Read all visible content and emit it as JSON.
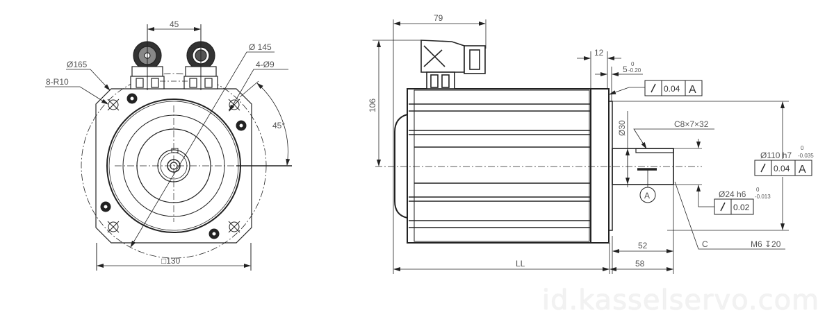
{
  "drawing": {
    "subject": "Servo motor dimension drawing",
    "front_view": {
      "connector_spacing": "45",
      "flange_diag": "Ø165",
      "corner_radius": "8-R10",
      "bolt_circle": "Ø 145",
      "mount_holes": "4-Ø9",
      "angle": "45°",
      "square_size": "□130"
    },
    "side_view": {
      "connector_length": "79",
      "connector_height": "106",
      "flange_thickness": "12",
      "pilot_depth": "5",
      "pilot_depth_tol_upper": "0",
      "pilot_depth_tol_lower": "-0.20",
      "shoulder_dia": "Ø30",
      "key": "C8×7×32",
      "pilot_dia": "Ø110 h7",
      "pilot_tol_upper": "0",
      "pilot_tol_lower": "-0.035",
      "shaft_dia": "Ø24 h6",
      "shaft_tol_upper": "0",
      "shaft_tol_lower": "-0.013",
      "shaft_key_length": "52",
      "shaft_length": "58",
      "body_length": "LL",
      "datum": "A",
      "chamfer_label": "C",
      "tapped_hole": "M6 ↧20"
    },
    "tolerance_frames": [
      {
        "symbol": "runout-icon",
        "value": "0.04",
        "datum": "A"
      },
      {
        "symbol": "runout-icon",
        "value": "0.04",
        "datum": "A"
      },
      {
        "symbol": "runout-icon",
        "value": "0.02",
        "datum": ""
      }
    ]
  },
  "watermark": "id.kasselservo.com"
}
